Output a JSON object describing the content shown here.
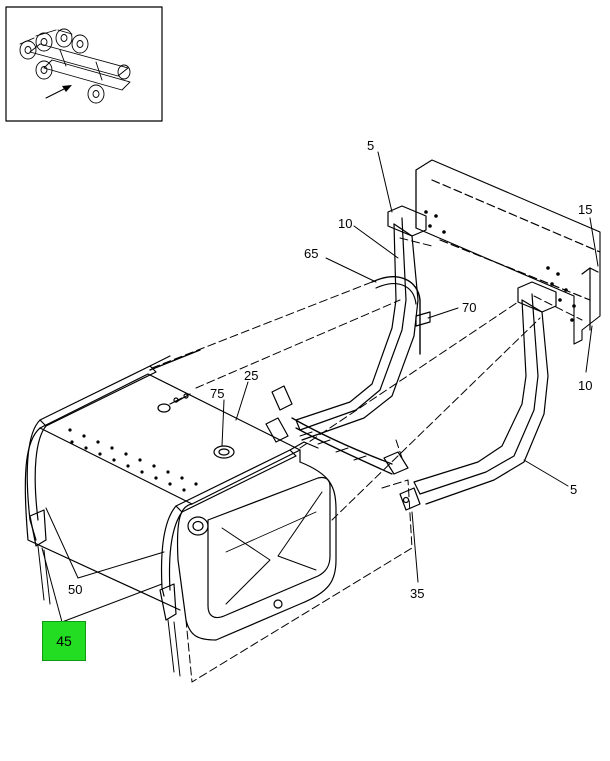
{
  "callouts": {
    "c5_top": "5",
    "c10_top": "10",
    "c15": "15",
    "c65": "65",
    "c70": "70",
    "c10_right": "10",
    "c25": "25",
    "c75": "75",
    "c5_right": "5",
    "c50": "50",
    "c35": "35",
    "c45": "45"
  },
  "colors": {
    "line": "#000000",
    "highlight": "#22dd22"
  },
  "icons": {
    "locator": "chassis-locator-icon",
    "arrow": "locator-arrow-icon"
  }
}
